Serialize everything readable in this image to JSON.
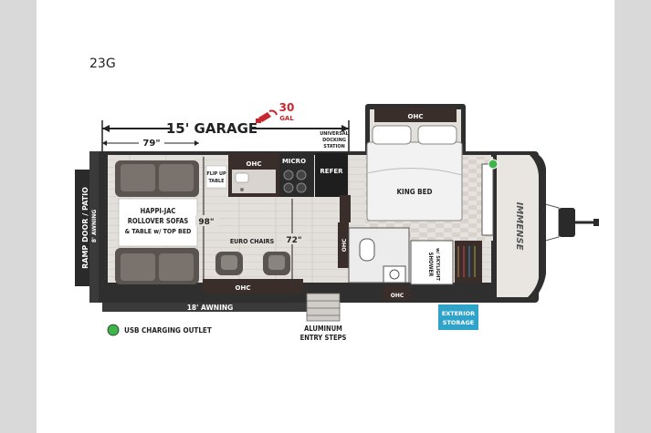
{
  "model": "23G",
  "garage_label": "15' GARAGE",
  "fuel": {
    "amount": "30",
    "unit": "GAL"
  },
  "dim_79": "79\"",
  "dim_98": "98\"",
  "dim_72": "72\"",
  "labels": {
    "ramp_door": "RAMP DOOR / PATIO",
    "awning_8": "8' AWNING",
    "awning_18": "18' AWNING",
    "sofa_line1": "HAPPI-JAC",
    "sofa_line2": "ROLLOVER SOFAS",
    "sofa_line3": "& TABLE w/ TOP BED",
    "flip_line1": "FLIP UP",
    "flip_line2": "TABLE",
    "ohc": "OHC",
    "micro": "MICRO",
    "refer": "REFER",
    "docking_line1": "UNIVERSAL",
    "docking_line2": "DOCKING",
    "docking_line3": "STATION",
    "euro_chairs": "EURO CHAIRS",
    "king_bed": "KING BED",
    "shower_line1": "SHOWER",
    "shower_line2": "w/ SKYLIGHT",
    "exterior_line1": "EXTERIOR",
    "exterior_line2": "STORAGE",
    "entry_line1": "ALUMINUM",
    "entry_line2": "ENTRY STEPS",
    "usb_outlet": "USB CHARGING OUTLET",
    "brand_mark": "IMMENSE"
  },
  "colors": {
    "floor": "#e4e0db",
    "cabinet": "#3a2e2a",
    "usb_green": "#3db54a",
    "fuel_red": "#c9252c",
    "storage_blue": "#2fa3c9"
  }
}
